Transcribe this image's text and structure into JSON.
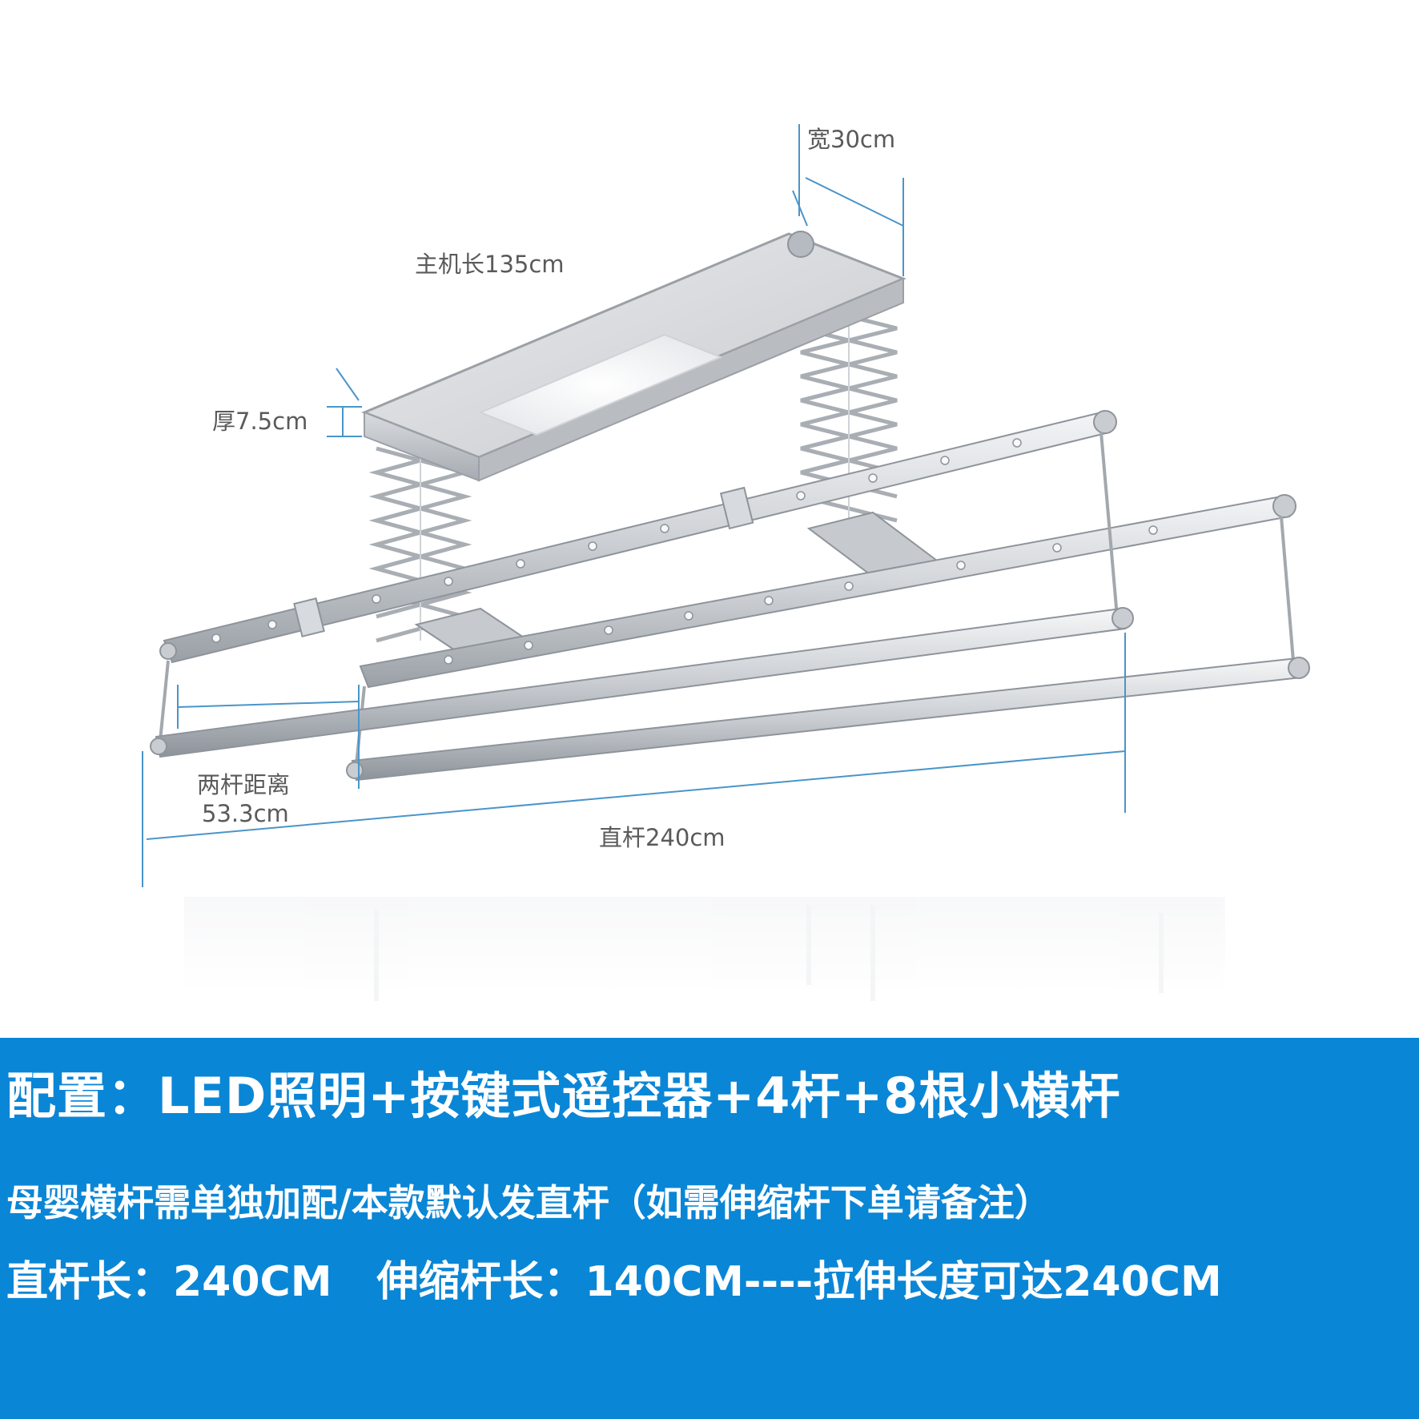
{
  "dimensions": {
    "width_label": "宽30cm",
    "host_length_label": "主机长135cm",
    "thickness_label": "厚7.5cm",
    "rod_distance_title": "两杆距离",
    "rod_distance_value": "53.3cm",
    "straight_rod_label": "直杆240cm"
  },
  "banner": {
    "config_line": "配置：LED照明+按键式遥控器+4杆+8根小横杆",
    "note_line": "母婴横杆需单独加配/本款默认发直杆（如需伸缩杆下单请备注）",
    "straight_length": "直杆长：240CM",
    "telescopic_length": "伸缩杆长：140CM----拉伸长度可达240CM"
  },
  "colors": {
    "banner_bg": "#0a86d6",
    "banner_text": "#ffffff",
    "dimension_line": "#4a95c9",
    "label_text": "#5a5a5a",
    "metal_light": "#e4e6e9",
    "metal_mid": "#c3c7cc",
    "metal_dark": "#8e949b",
    "led_panel": "#ffffff"
  }
}
